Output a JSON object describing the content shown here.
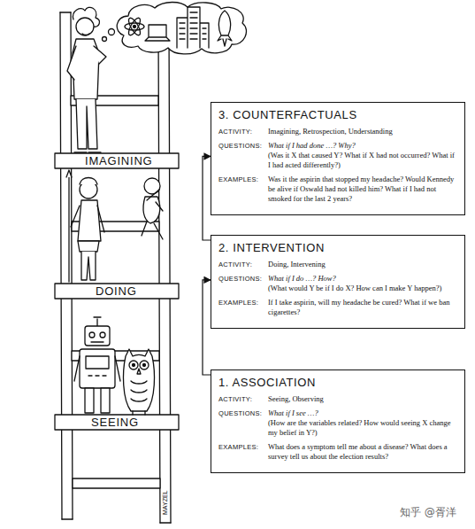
{
  "diagram": {
    "nodes": [
      {
        "text": [
          "3. COUNTERFACTUALS",
          "ACTIVITY:",
          "Imagining, Retrospection, Understanding",
          "QUESTIONS:",
          "What if I had done …? Why?",
          "(Was it X that caused Y? What if X had not occurred? What if I had acted differently?)",
          "EXAMPLES:",
          "Was it the aspirin that stopped my headache? Would Kennedy be alive if Oswald had not killed him? What if I had not smoked for the last 2 years?"
        ]
      },
      {
        "text": [
          "2. INTERVENTION",
          "ACTIVITY:",
          "Doing, Intervening",
          "QUESTIONS:",
          "What if I do …? How?",
          "(What would Y be if I do X? How can I make Y happen?)",
          "EXAMPLES:",
          "If I take aspirin, will my headache be cured? What if we ban cigarettes?"
        ]
      },
      {
        "text": [
          "1. ASSOCIATION",
          "ACTIVITY:",
          "Seeing, Observing",
          "QUESTIONS:",
          "What if I see …?",
          "(How are the variables related? How would seeing X change my belief in Y?)",
          "EXAMPLES:",
          "What does a symptom tell me about a disease? What does a survey tell us about the election results?"
        ]
      }
    ],
    "edges": [
      {
        "from": 2,
        "to": 1,
        "arrow": "to"
      },
      {
        "from": 1,
        "to": 0,
        "arrow": "to"
      }
    ],
    "labels": [
      "IMAGINING",
      "DOING",
      "SEEING",
      "MAYZEL",
      "知乎 @胥洋"
    ]
  }
}
